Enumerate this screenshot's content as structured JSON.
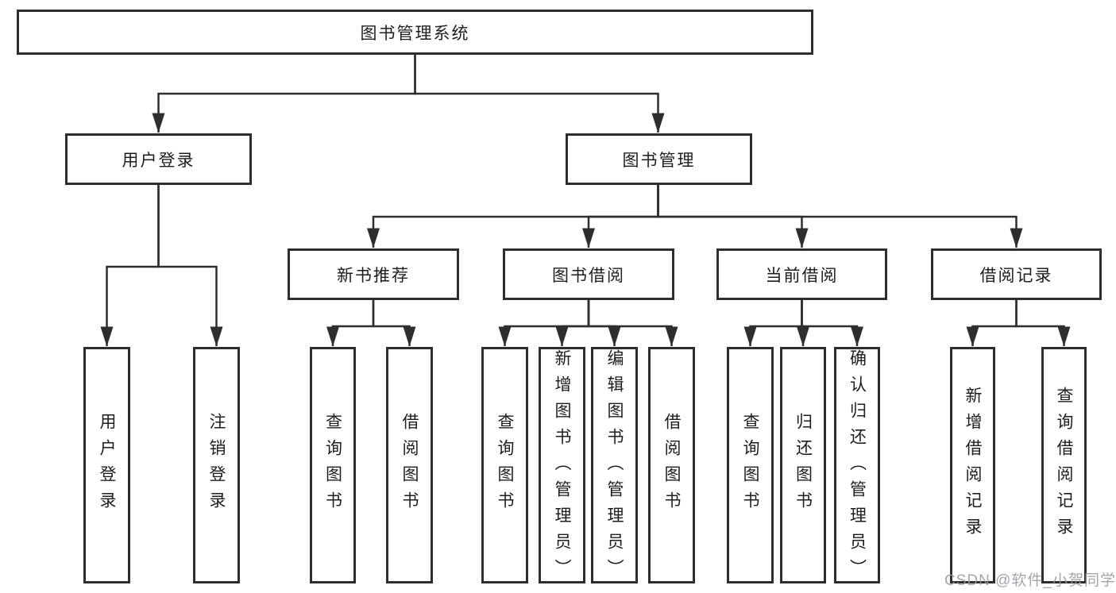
{
  "diagram": {
    "type": "hierarchy-diagram",
    "root": {
      "label": "图书管理系统",
      "children": [
        {
          "label": "用户登录",
          "children": [
            {
              "label": "用户登录"
            },
            {
              "label": "注销登录"
            }
          ]
        },
        {
          "label": "图书管理",
          "children": [
            {
              "label": "新书推荐",
              "children": [
                {
                  "label": "查询图书"
                },
                {
                  "label": "借阅图书"
                }
              ]
            },
            {
              "label": "图书借阅",
              "children": [
                {
                  "label": "查询图书"
                },
                {
                  "label": "新增图书（管理员）"
                },
                {
                  "label": "编辑图书（管理员）"
                },
                {
                  "label": "借阅图书"
                }
              ]
            },
            {
              "label": "当前借阅",
              "children": [
                {
                  "label": "查询图书"
                },
                {
                  "label": "归还图书"
                },
                {
                  "label": "确认归还（管理员）"
                }
              ]
            },
            {
              "label": "借阅记录",
              "children": [
                {
                  "label": "新增借阅记录"
                },
                {
                  "label": "查询借阅记录"
                }
              ]
            }
          ]
        }
      ]
    },
    "colors": {
      "line": "#2e2e2e",
      "box_border": "#2e2e2e",
      "text": "#1d1d1f",
      "background": "#ffffff",
      "watermark": "#9196a0"
    }
  },
  "watermark": {
    "text": "CSDN @软件_小贺同学"
  }
}
